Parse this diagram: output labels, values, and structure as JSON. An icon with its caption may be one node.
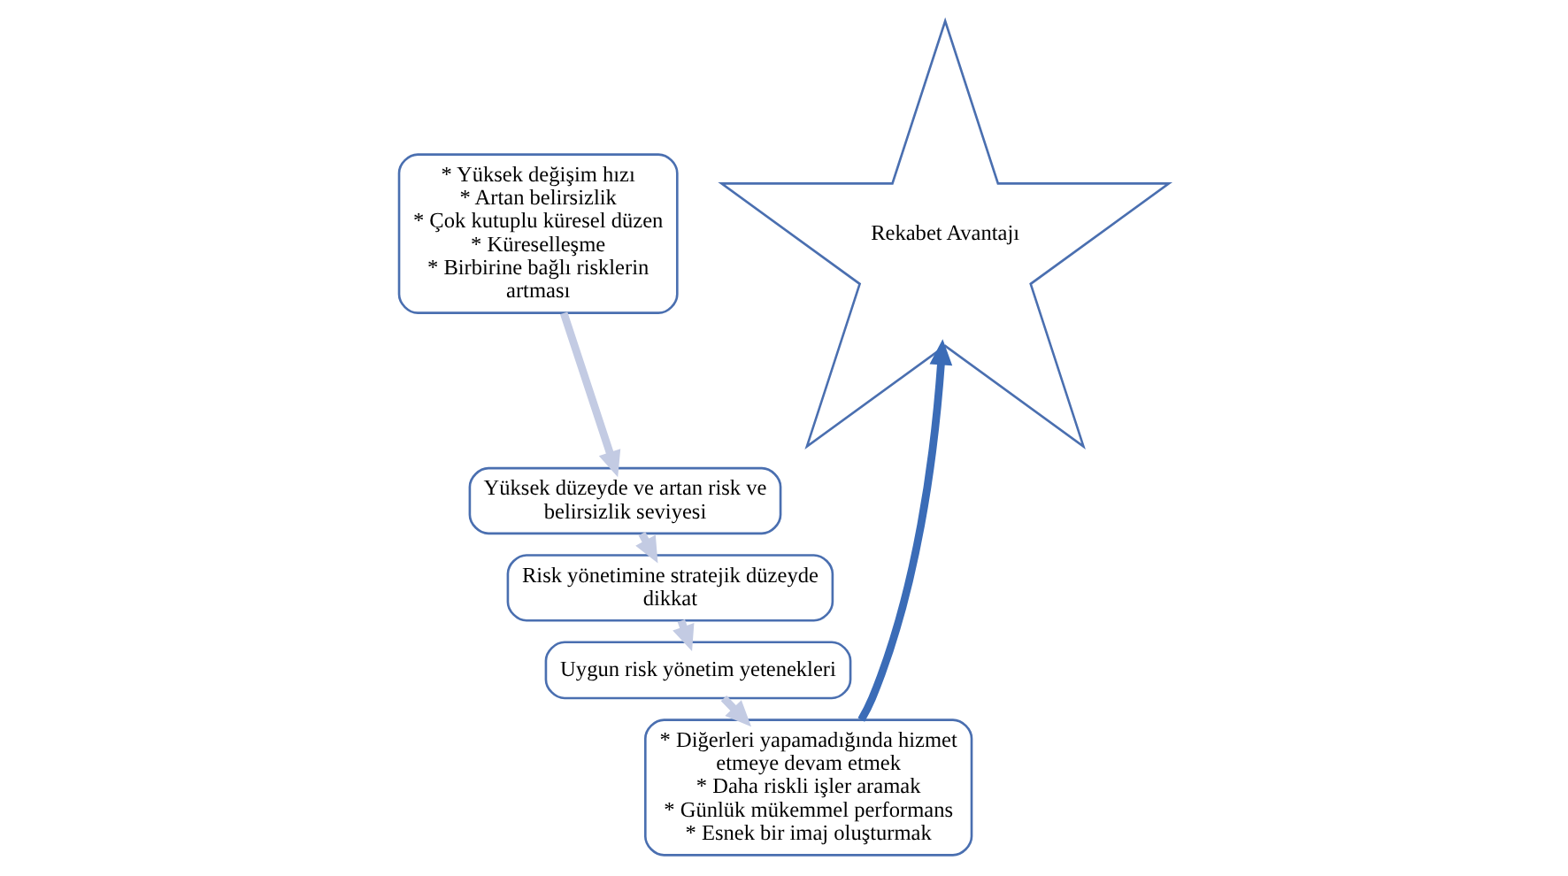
{
  "diagram": {
    "nodes": [
      {
        "text": [
          "* Yüksek değişim hızı",
          "* Artan belirsizlik",
          "* Çok kutuplu küresel düzen",
          "* Küreselleşme",
          "* Birbirine bağlı risklerin artması"
        ]
      },
      {
        "text": [
          "Yüksek düzeyde ve artan risk ve belirsizlik seviyesi"
        ]
      },
      {
        "text": [
          "Risk yönetimine stratejik düzeyde dikkat"
        ]
      },
      {
        "text": [
          "Uygun risk yönetim yetenekleri"
        ]
      },
      {
        "text": [
          "* Diğerleri yapamadığında hizmet etmeye devam etmek",
          "* Daha riskli işler aramak",
          "* Günlük mükemmel performans",
          "* Esnek bir imaj oluşturmak"
        ]
      },
      {
        "text": [
          "Rekabet Avantajı"
        ]
      }
    ],
    "edges": [
      {
        "from": 0,
        "to": 1,
        "arrow": "to"
      },
      {
        "from": 1,
        "to": 2,
        "arrow": "to"
      },
      {
        "from": 2,
        "to": 3,
        "arrow": "to"
      },
      {
        "from": 3,
        "to": 4,
        "arrow": "to"
      },
      {
        "from": 4,
        "to": 5,
        "arrow": "to",
        "color": "#3b6cb7"
      }
    ]
  }
}
